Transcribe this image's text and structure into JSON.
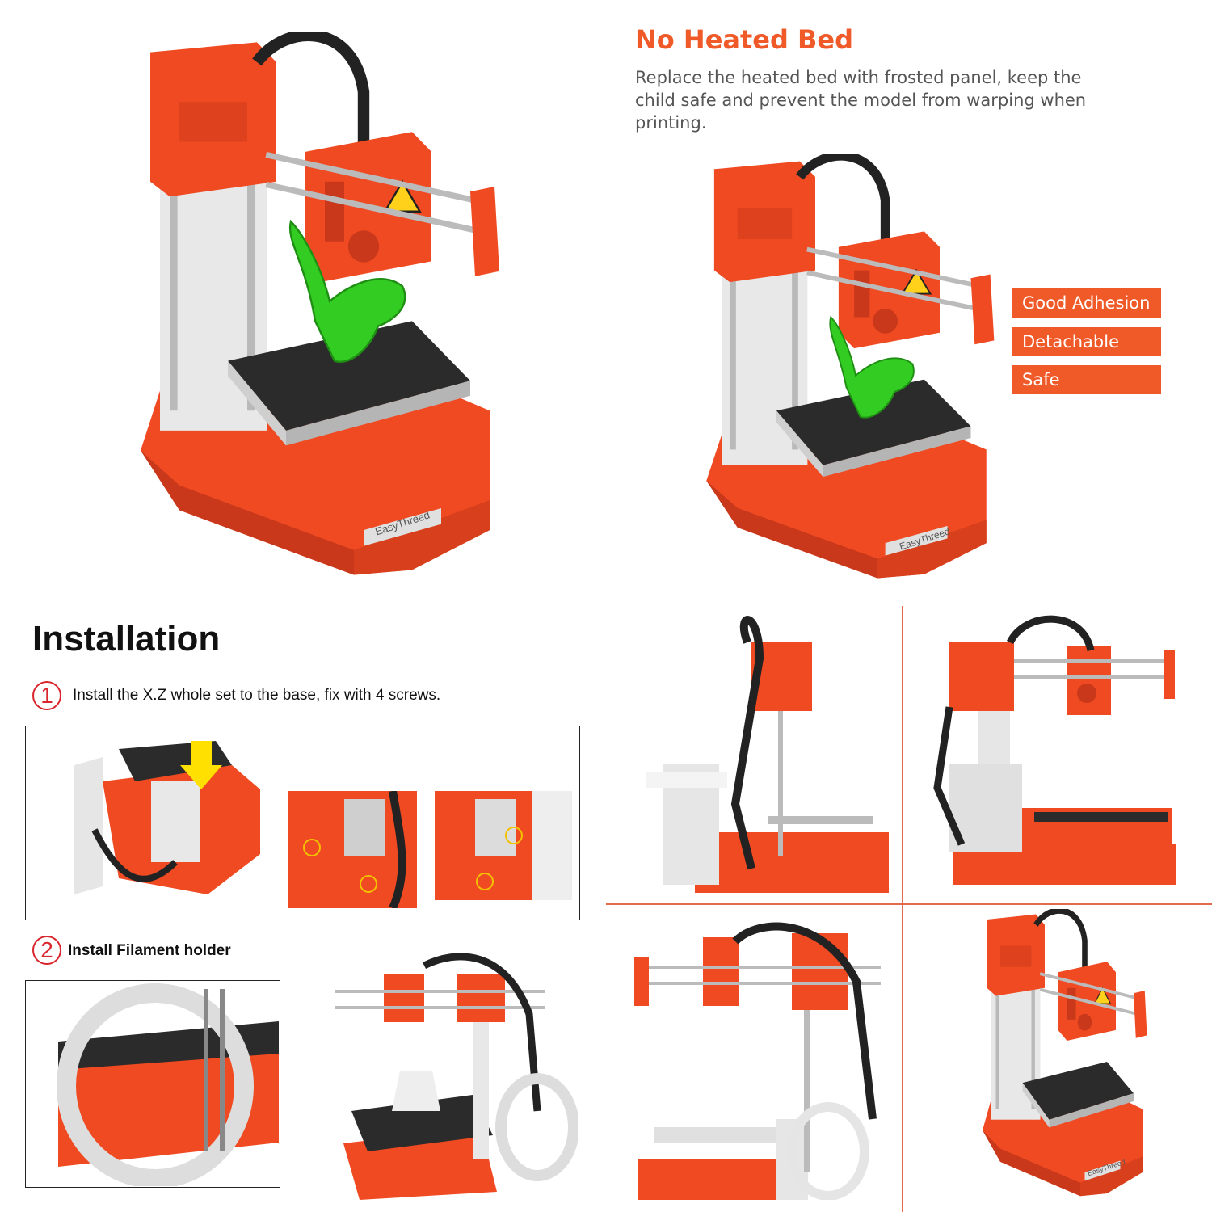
{
  "feature": {
    "title": "No Heated Bed",
    "description": "Replace the heated bed with frosted panel, keep the child safe and prevent the model from warping when printing.",
    "tags": [
      "Good Adhesion",
      "Detachable",
      "Safe"
    ]
  },
  "installation": {
    "title": "Installation",
    "steps": [
      {
        "number": "1",
        "text": "Install the X.Z whole set to the base, fix with 4 screws."
      },
      {
        "number": "2",
        "text": "Install Filament holder"
      }
    ]
  },
  "brand": "EasyThreed",
  "colors": {
    "accent": "#f05a28",
    "printer_red": "#f04a22",
    "bed_black": "#2b2b2b",
    "print_green": "#33cc22",
    "step_red": "#d9262e"
  }
}
